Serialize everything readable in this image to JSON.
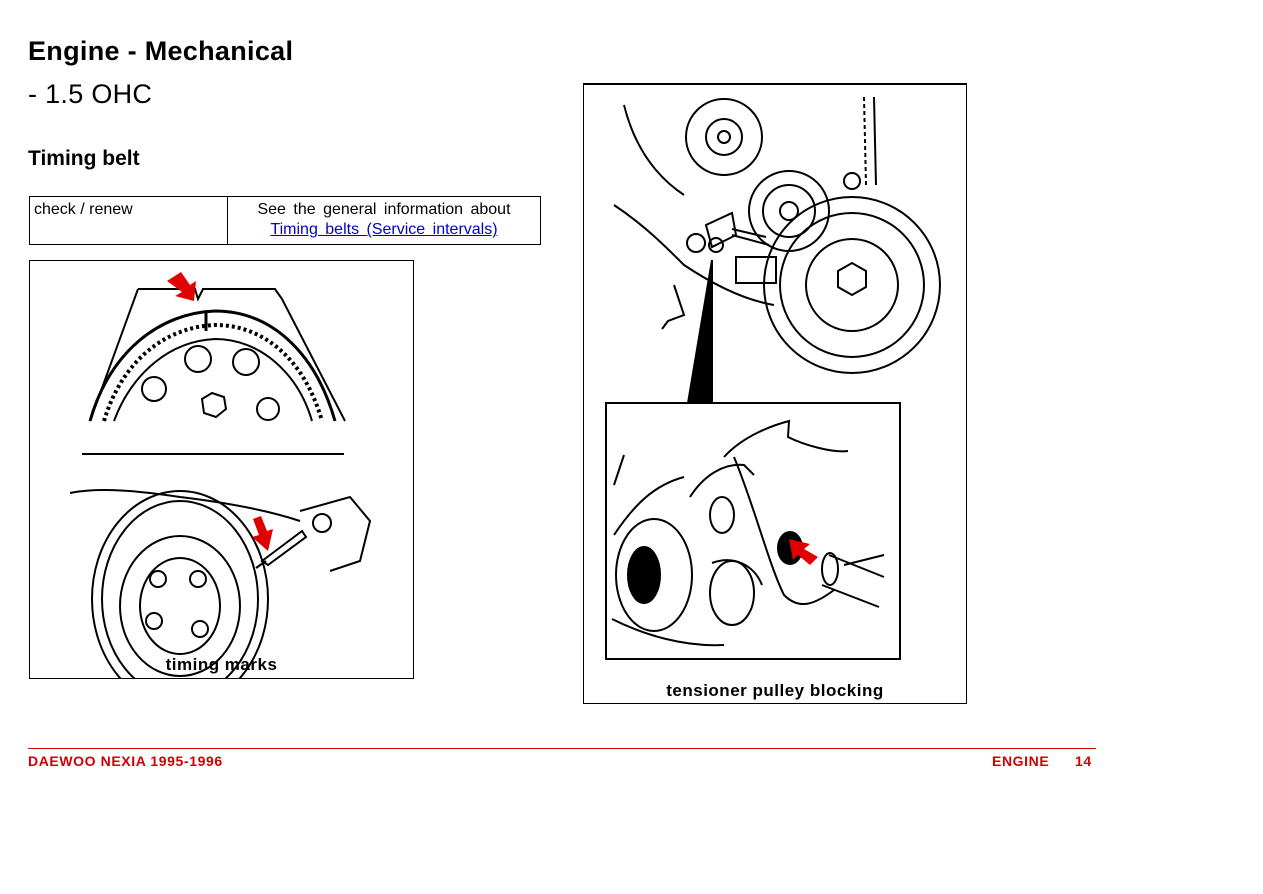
{
  "header": {
    "title_line1": "Engine - Mechanical",
    "title_line2": "-  1.5 OHC",
    "section_title": "Timing belt"
  },
  "info_table": {
    "label": "check / renew",
    "text": "See the general information about",
    "link": "Timing belts (Service intervals)"
  },
  "figures": {
    "left_caption": "timing marks",
    "right_caption": "tensioner pulley blocking"
  },
  "footer": {
    "left": "DAEWOO NEXIA   1995-1996",
    "section": "ENGINE",
    "page": "14"
  },
  "colors": {
    "accent_red": "#d00000",
    "link_blue": "#0000cc"
  },
  "icons": [
    "red-arrow-icon"
  ]
}
